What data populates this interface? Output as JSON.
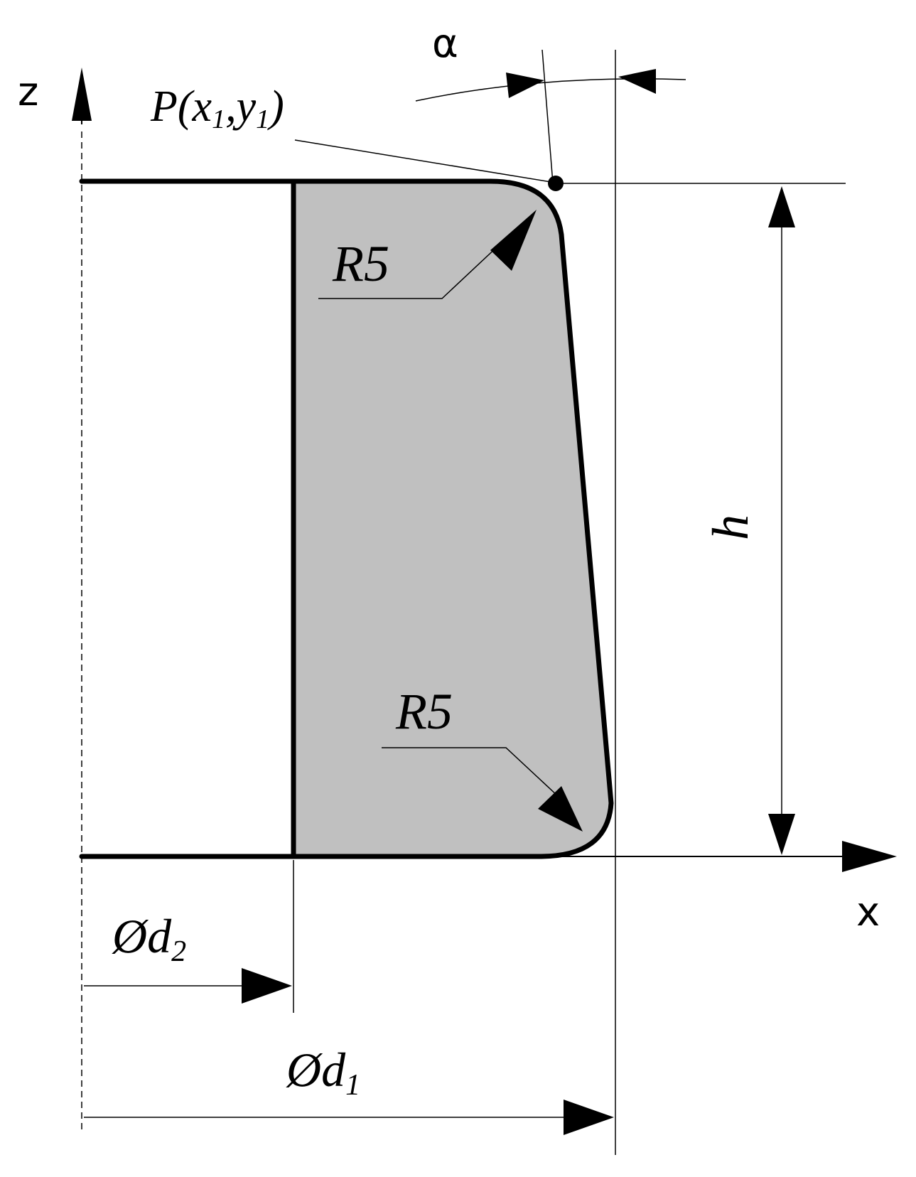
{
  "labels": {
    "alpha": "α",
    "z_axis": "z",
    "x_axis": "x",
    "point_p": {
      "p": "P",
      "open": "(",
      "x": "x",
      "one_a": "1",
      "comma": ",",
      "y": "y",
      "one_b": "1",
      "close": ")"
    },
    "radius_top": "R5",
    "radius_bottom": "R5",
    "height": "h",
    "diam_d2": {
      "sym": "Ød",
      "sub": "2"
    },
    "diam_d1": {
      "sym": "Ød",
      "sub": "1"
    }
  },
  "colors": {
    "stroke": "#000000",
    "fill_section": "#c0c0c0",
    "background": "#ffffff"
  }
}
